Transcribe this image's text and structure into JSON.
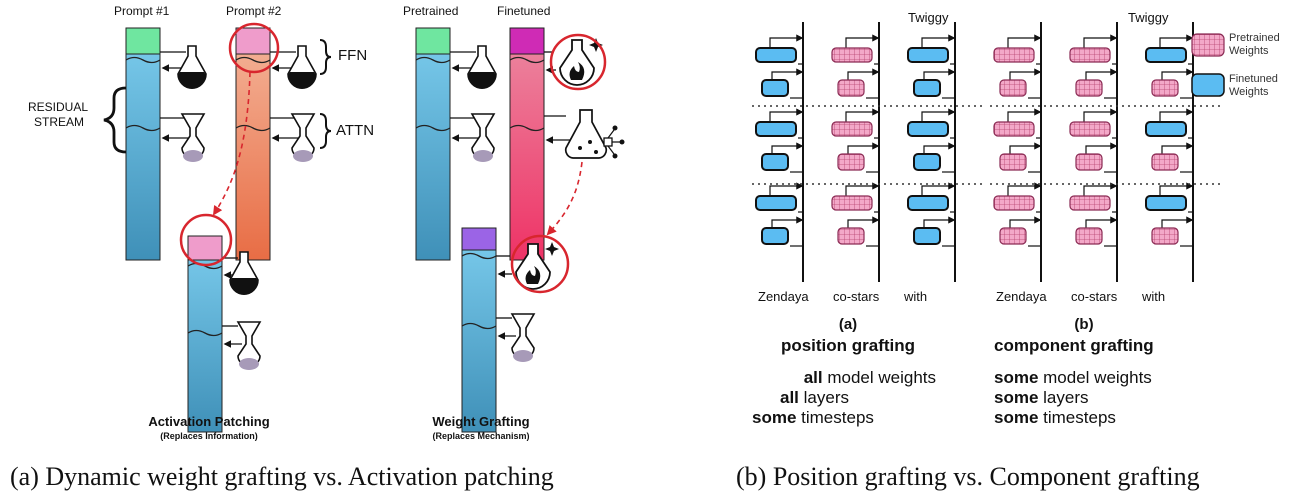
{
  "panel_a": {
    "col_labels": {
      "prompt1": "Prompt #1",
      "prompt2": "Prompt #2",
      "pretrained": "Pretrained",
      "finetuned": "Finetuned"
    },
    "residual_label_line1": "RESIDUAL",
    "residual_label_line2": "STREAM",
    "ffn_label": "FFN",
    "attn_label": "ATTN",
    "activation_title": "Activation Patching",
    "activation_subtitle": "(Replaces Information)",
    "weight_title": "Weight Grafting",
    "weight_subtitle": "(Replaces Mechanism)"
  },
  "panel_b": {
    "twiggy_label": "Twiggy",
    "legend": {
      "pretrained_line1": "Pretrained",
      "pretrained_line2": "Weights",
      "finetuned_line1": "Finetuned",
      "finetuned_line2": "Weights"
    },
    "tokens": [
      "Zendaya",
      "co-stars",
      "with"
    ],
    "position": {
      "letter": "(a)",
      "title": "position grafting",
      "lines": [
        [
          "all",
          " model weights"
        ],
        [
          "all",
          " layers"
        ],
        [
          "some",
          " timesteps"
        ]
      ]
    },
    "component": {
      "letter": "(b)",
      "title": "component grafting",
      "lines": [
        [
          "some",
          " model weights"
        ],
        [
          "some",
          " layers"
        ],
        [
          "some",
          " timesteps"
        ]
      ]
    }
  },
  "captions": {
    "left": "(a) Dynamic weight grafting vs. Activation patching",
    "right": "(b) Position grafting vs. Component grafting"
  },
  "colors": {
    "finetuned_blue": "#5bbcf2",
    "pretrained_pink": "#f3a8c8",
    "circle_red": "#d8262e",
    "ffn_green": "#6fe6a0",
    "ffn_pink": "#ef9ccb",
    "ffn_magenta": "#cf2bb5",
    "ffn_purple": "#9b64e6"
  }
}
